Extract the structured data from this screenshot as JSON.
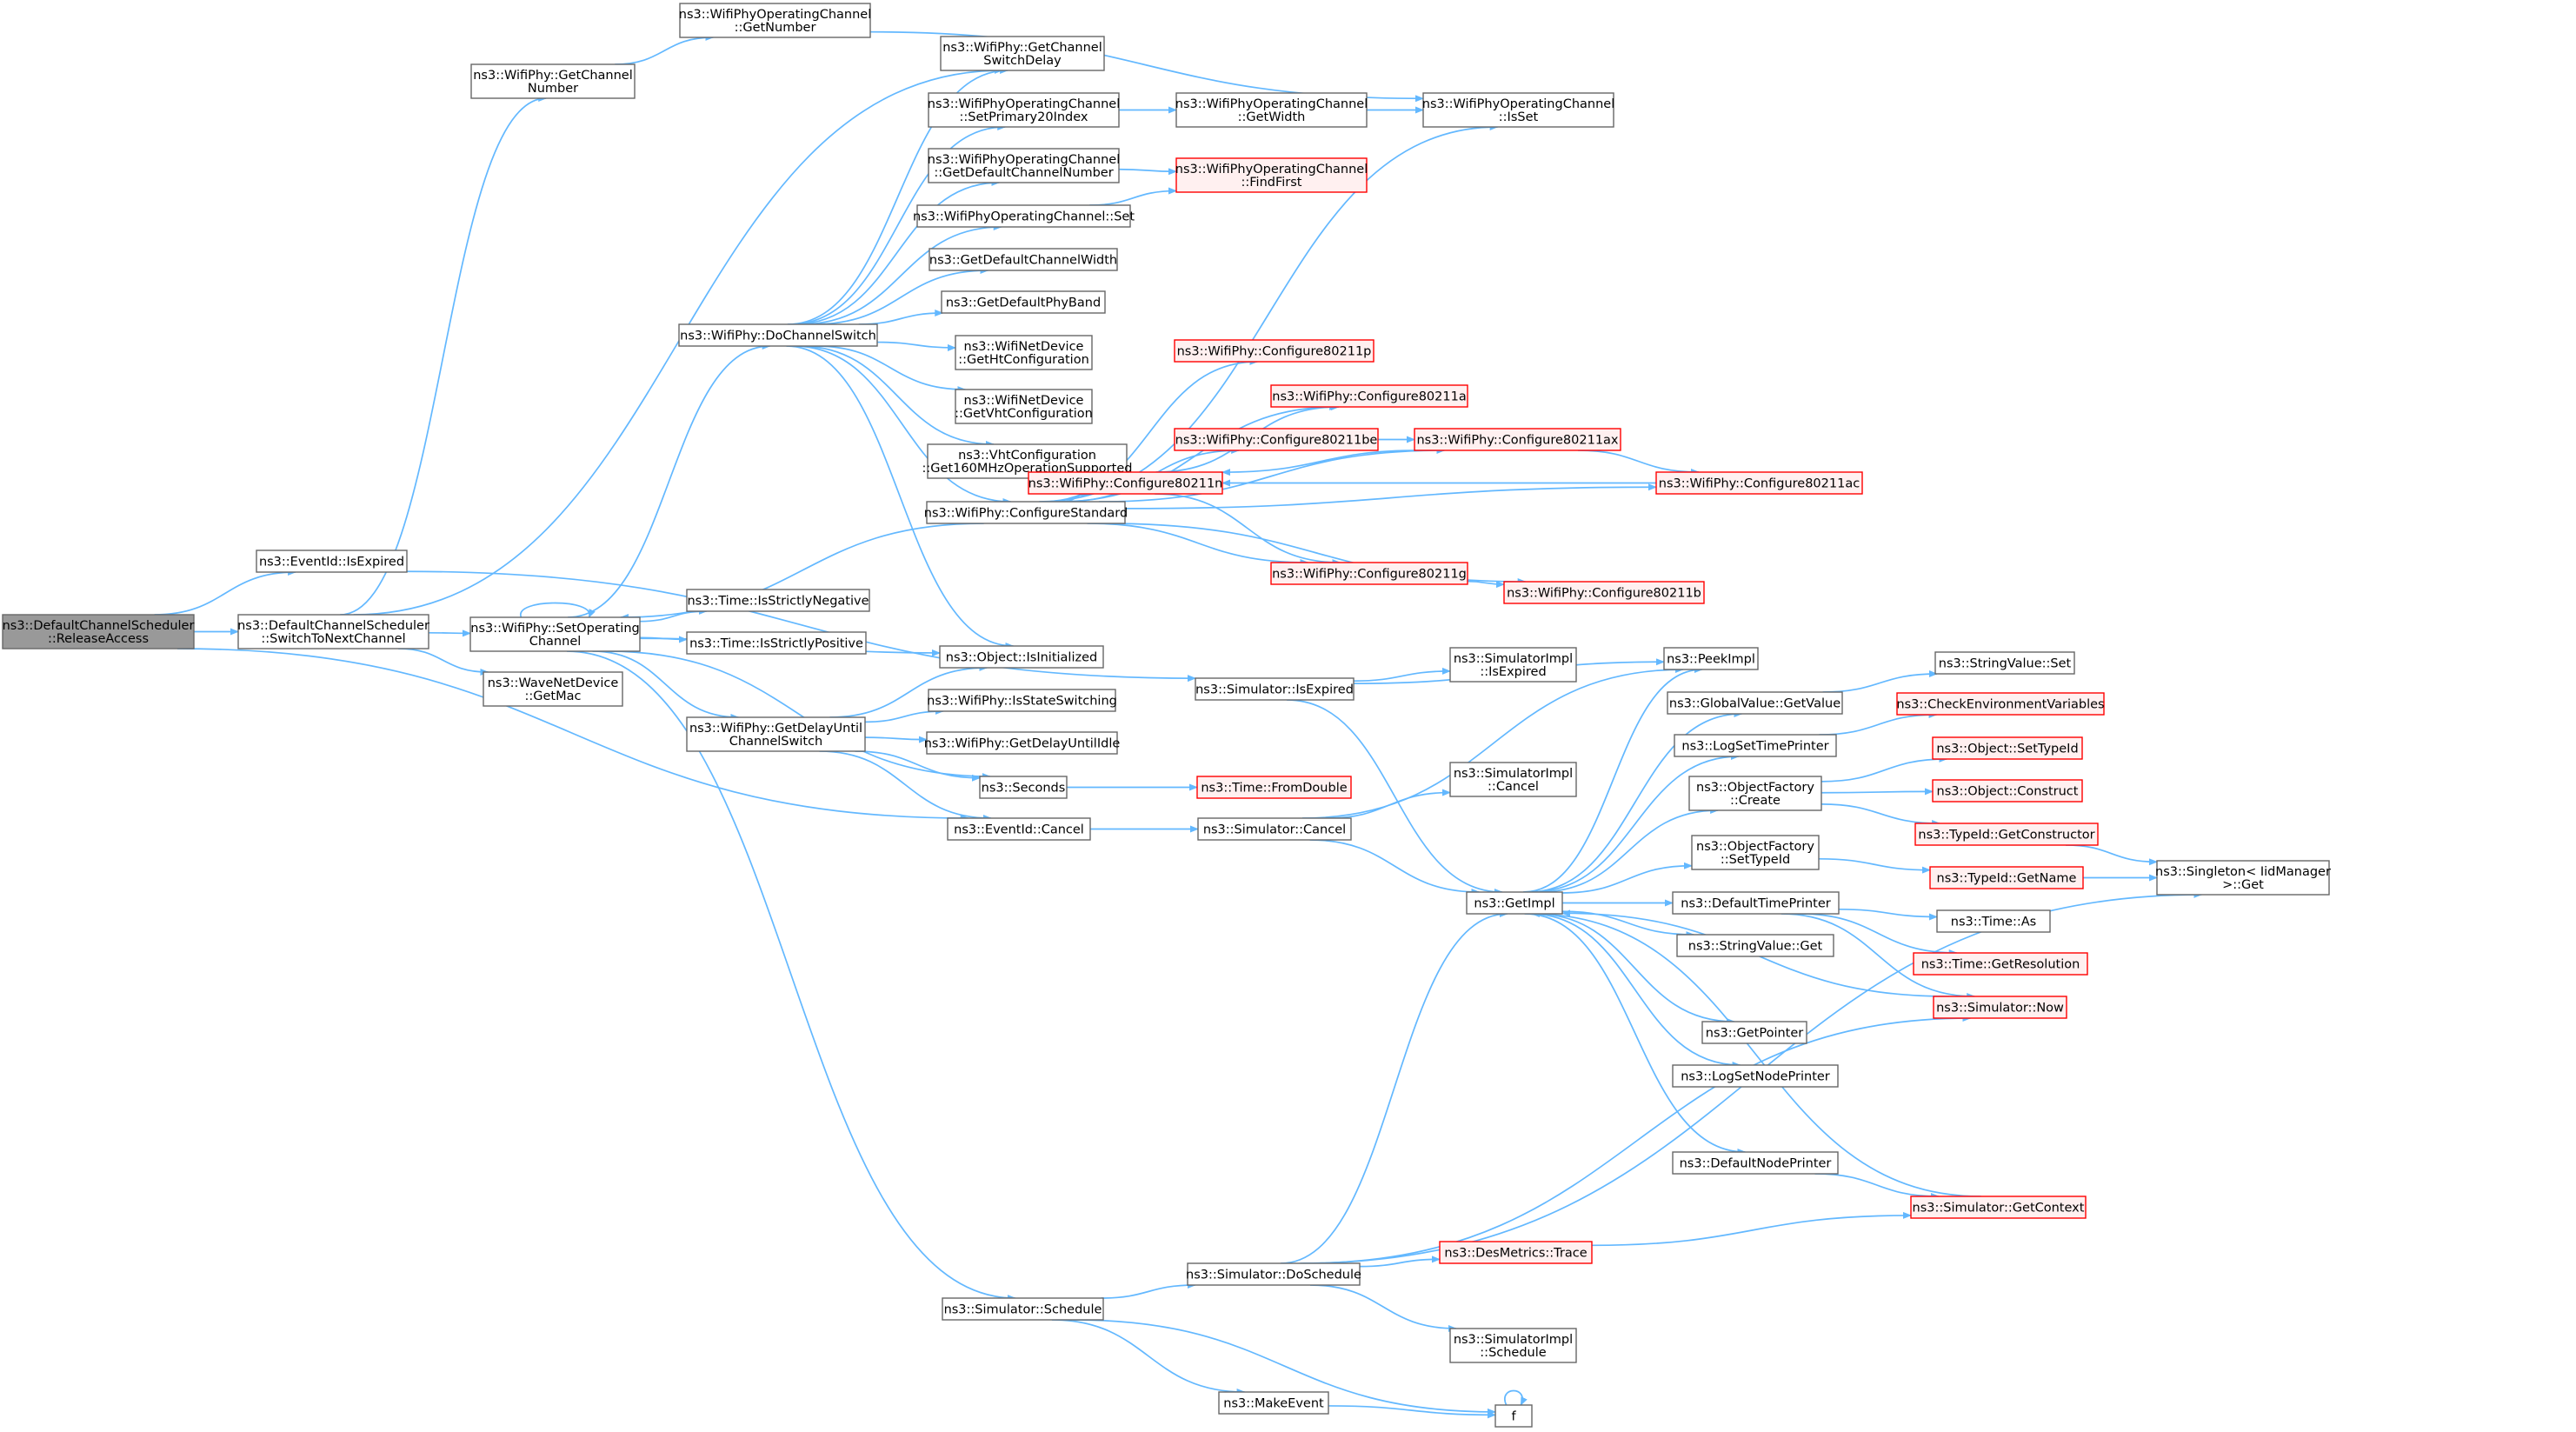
{
  "colors": {
    "edge": "#63b8ff",
    "node_border": "#666666",
    "node_fill": "#ffffff",
    "root_fill": "#999999",
    "truncated_border": "#ff0000",
    "truncated_fill": "#fff0f0"
  },
  "nodes": [
    {
      "id": "root",
      "lines": [
        "ns3::DefaultChannelScheduler",
        "::ReleaseAccess"
      ],
      "style": "root"
    },
    {
      "id": "eventid_isexpired",
      "lines": [
        "ns3::EventId::IsExpired"
      ],
      "style": "normal"
    },
    {
      "id": "switchtonext",
      "lines": [
        "ns3::DefaultChannelScheduler",
        "::SwitchToNextChannel"
      ],
      "style": "normal"
    },
    {
      "id": "getchannelnumber",
      "lines": [
        "ns3::WifiPhy::GetChannel",
        "Number"
      ],
      "style": "normal"
    },
    {
      "id": "setoperatingchannel",
      "lines": [
        "ns3::WifiPhy::SetOperating",
        "Channel"
      ],
      "style": "normal"
    },
    {
      "id": "wavenetdevice_getmac",
      "lines": [
        "ns3::WaveNetDevice",
        "::GetMac"
      ],
      "style": "normal"
    },
    {
      "id": "opch_getnumber",
      "lines": [
        "ns3::WifiPhyOperatingChannel",
        "::GetNumber"
      ],
      "style": "normal"
    },
    {
      "id": "dochannelswitch",
      "lines": [
        "ns3::WifiPhy::DoChannelSwitch"
      ],
      "style": "normal"
    },
    {
      "id": "time_strictneg",
      "lines": [
        "ns3::Time::IsStrictlyNegative"
      ],
      "style": "normal"
    },
    {
      "id": "time_strictpos",
      "lines": [
        "ns3::Time::IsStrictlyPositive"
      ],
      "style": "normal"
    },
    {
      "id": "getdelayuntil",
      "lines": [
        "ns3::WifiPhy::GetDelayUntil",
        "ChannelSwitch"
      ],
      "style": "normal"
    },
    {
      "id": "getchannelswitchdelay",
      "lines": [
        "ns3::WifiPhy::GetChannel",
        "SwitchDelay"
      ],
      "style": "normal"
    },
    {
      "id": "setprimary20",
      "lines": [
        "ns3::WifiPhyOperatingChannel",
        "::SetPrimary20Index"
      ],
      "style": "normal"
    },
    {
      "id": "getdefaultchnum",
      "lines": [
        "ns3::WifiPhyOperatingChannel",
        "::GetDefaultChannelNumber"
      ],
      "style": "normal"
    },
    {
      "id": "opch_set",
      "lines": [
        "ns3::WifiPhyOperatingChannel::Set"
      ],
      "style": "normal"
    },
    {
      "id": "getdefaultchwidth",
      "lines": [
        "ns3::GetDefaultChannelWidth"
      ],
      "style": "normal"
    },
    {
      "id": "getdefaultphyband",
      "lines": [
        "ns3::GetDefaultPhyBand"
      ],
      "style": "normal"
    },
    {
      "id": "gethtconfig",
      "lines": [
        "ns3::WifiNetDevice",
        "::GetHtConfiguration"
      ],
      "style": "normal"
    },
    {
      "id": "getvhtconfig",
      "lines": [
        "ns3::WifiNetDevice",
        "::GetVhtConfiguration"
      ],
      "style": "normal"
    },
    {
      "id": "vht160",
      "lines": [
        "ns3::VhtConfiguration",
        "::Get160MHzOperationSupported"
      ],
      "style": "normal"
    },
    {
      "id": "configurestandard",
      "lines": [
        "ns3::WifiPhy::ConfigureStandard"
      ],
      "style": "normal"
    },
    {
      "id": "isinitialized",
      "lines": [
        "ns3::Object::IsInitialized"
      ],
      "style": "normal"
    },
    {
      "id": "isstateswitching",
      "lines": [
        "ns3::WifiPhy::IsStateSwitching"
      ],
      "style": "normal"
    },
    {
      "id": "getdelayuntilidle",
      "lines": [
        "ns3::WifiPhy::GetDelayUntilIdle"
      ],
      "style": "normal"
    },
    {
      "id": "seconds",
      "lines": [
        "ns3::Seconds"
      ],
      "style": "normal"
    },
    {
      "id": "eventid_cancel",
      "lines": [
        "ns3::EventId::Cancel"
      ],
      "style": "normal"
    },
    {
      "id": "sim_schedule",
      "lines": [
        "ns3::Simulator::Schedule"
      ],
      "style": "normal"
    },
    {
      "id": "opch_getwidth",
      "lines": [
        "ns3::WifiPhyOperatingChannel",
        "::GetWidth"
      ],
      "style": "normal"
    },
    {
      "id": "findfirst",
      "lines": [
        "ns3::WifiPhyOperatingChannel",
        "::FindFirst"
      ],
      "style": "red"
    },
    {
      "id": "opch_isset",
      "lines": [
        "ns3::WifiPhyOperatingChannel",
        "::IsSet"
      ],
      "style": "normal"
    },
    {
      "id": "cfg_p",
      "lines": [
        "ns3::WifiPhy::Configure80211p"
      ],
      "style": "red"
    },
    {
      "id": "cfg_be",
      "lines": [
        "ns3::WifiPhy::Configure80211be"
      ],
      "style": "red"
    },
    {
      "id": "cfg_ax",
      "lines": [
        "ns3::WifiPhy::Configure80211ax"
      ],
      "style": "red"
    },
    {
      "id": "cfg_ac",
      "lines": [
        "ns3::WifiPhy::Configure80211ac"
      ],
      "style": "red"
    },
    {
      "id": "cfg_n",
      "lines": [
        "ns3::WifiPhy::Configure80211n"
      ],
      "style": "red"
    },
    {
      "id": "cfg_a",
      "lines": [
        "ns3::WifiPhy::Configure80211a"
      ],
      "style": "red"
    },
    {
      "id": "cfg_g",
      "lines": [
        "ns3::WifiPhy::Configure80211g"
      ],
      "style": "red"
    },
    {
      "id": "cfg_b",
      "lines": [
        "ns3::WifiPhy::Configure80211b"
      ],
      "style": "red"
    },
    {
      "id": "sim_isexpired",
      "lines": [
        "ns3::Simulator::IsExpired"
      ],
      "style": "normal"
    },
    {
      "id": "simimpl_isexpired",
      "lines": [
        "ns3::SimulatorImpl",
        "::IsExpired"
      ],
      "style": "normal"
    },
    {
      "id": "peekimpl",
      "lines": [
        "ns3::PeekImpl"
      ],
      "style": "normal"
    },
    {
      "id": "stringvalue_set",
      "lines": [
        "ns3::StringValue::Set"
      ],
      "style": "normal"
    },
    {
      "id": "globalvalue_getvalue",
      "lines": [
        "ns3::GlobalValue::GetValue"
      ],
      "style": "normal"
    },
    {
      "id": "checkenv",
      "lines": [
        "ns3::CheckEnvironmentVariables"
      ],
      "style": "red"
    },
    {
      "id": "logsettimeprinter",
      "lines": [
        "ns3::LogSetTimePrinter"
      ],
      "style": "normal"
    },
    {
      "id": "objfactory_create",
      "lines": [
        "ns3::ObjectFactory",
        "::Create"
      ],
      "style": "normal"
    },
    {
      "id": "object_settypeid",
      "lines": [
        "ns3::Object::SetTypeId"
      ],
      "style": "red"
    },
    {
      "id": "object_construct",
      "lines": [
        "ns3::Object::Construct"
      ],
      "style": "red"
    },
    {
      "id": "typeid_getconstructor",
      "lines": [
        "ns3::TypeId::GetConstructor"
      ],
      "style": "red"
    },
    {
      "id": "objfactory_settypeid",
      "lines": [
        "ns3::ObjectFactory",
        "::SetTypeId"
      ],
      "style": "normal"
    },
    {
      "id": "typeid_getname",
      "lines": [
        "ns3::TypeId::GetName"
      ],
      "style": "red"
    },
    {
      "id": "singleton_get",
      "lines": [
        "ns3::Singleton< IidManager",
        ">::Get"
      ],
      "style": "normal"
    },
    {
      "id": "time_fromdouble",
      "lines": [
        "ns3::Time::FromDouble"
      ],
      "style": "red"
    },
    {
      "id": "sim_cancel",
      "lines": [
        "ns3::Simulator::Cancel"
      ],
      "style": "normal"
    },
    {
      "id": "simimpl_cancel",
      "lines": [
        "ns3::SimulatorImpl",
        "::Cancel"
      ],
      "style": "normal"
    },
    {
      "id": "getimpl",
      "lines": [
        "ns3::GetImpl"
      ],
      "style": "normal"
    },
    {
      "id": "defaulttimeprinter",
      "lines": [
        "ns3::DefaultTimePrinter"
      ],
      "style": "normal"
    },
    {
      "id": "time_as",
      "lines": [
        "ns3::Time::As"
      ],
      "style": "normal"
    },
    {
      "id": "time_getresolution",
      "lines": [
        "ns3::Time::GetResolution"
      ],
      "style": "red"
    },
    {
      "id": "stringvalue_get",
      "lines": [
        "ns3::StringValue::Get"
      ],
      "style": "normal"
    },
    {
      "id": "sim_now",
      "lines": [
        "ns3::Simulator::Now"
      ],
      "style": "red"
    },
    {
      "id": "getpointer",
      "lines": [
        "ns3::GetPointer"
      ],
      "style": "normal"
    },
    {
      "id": "logsetnodeprinter",
      "lines": [
        "ns3::LogSetNodePrinter"
      ],
      "style": "normal"
    },
    {
      "id": "defaultnodeprinter",
      "lines": [
        "ns3::DefaultNodePrinter"
      ],
      "style": "normal"
    },
    {
      "id": "sim_getcontext",
      "lines": [
        "ns3::Simulator::GetContext"
      ],
      "style": "red"
    },
    {
      "id": "desmetrics_trace",
      "lines": [
        "ns3::DesMetrics::Trace"
      ],
      "style": "red"
    },
    {
      "id": "sim_doschedule",
      "lines": [
        "ns3::Simulator::DoSchedule"
      ],
      "style": "normal"
    },
    {
      "id": "simimpl_schedule",
      "lines": [
        "ns3::SimulatorImpl",
        "::Schedule"
      ],
      "style": "normal"
    },
    {
      "id": "makeevent",
      "lines": [
        "ns3::MakeEvent"
      ],
      "style": "normal"
    },
    {
      "id": "f",
      "lines": [
        "f"
      ],
      "style": "normal"
    }
  ],
  "edges": [
    [
      "root",
      "eventid_isexpired"
    ],
    [
      "root",
      "switchtonext"
    ],
    [
      "root",
      "eventid_cancel"
    ],
    [
      "switchtonext",
      "getchannelnumber"
    ],
    [
      "switchtonext",
      "getchannelswitchdelay"
    ],
    [
      "switchtonext",
      "setoperatingchannel"
    ],
    [
      "switchtonext",
      "wavenetdevice_getmac"
    ],
    [
      "eventid_isexpired",
      "sim_isexpired"
    ],
    [
      "getchannelnumber",
      "opch_getnumber"
    ],
    [
      "opch_getnumber",
      "opch_isset"
    ],
    [
      "setoperatingchannel",
      "setoperatingchannel"
    ],
    [
      "setoperatingchannel",
      "dochannelswitch"
    ],
    [
      "setoperatingchannel",
      "time_strictneg"
    ],
    [
      "setoperatingchannel",
      "time_strictpos"
    ],
    [
      "setoperatingchannel",
      "isinitialized"
    ],
    [
      "setoperatingchannel",
      "getdelayuntil"
    ],
    [
      "setoperatingchannel",
      "seconds"
    ],
    [
      "setoperatingchannel",
      "sim_schedule"
    ],
    [
      "dochannelswitch",
      "getchannelswitchdelay"
    ],
    [
      "dochannelswitch",
      "setprimary20"
    ],
    [
      "dochannelswitch",
      "getdefaultchnum"
    ],
    [
      "dochannelswitch",
      "opch_set"
    ],
    [
      "dochannelswitch",
      "getdefaultchwidth"
    ],
    [
      "dochannelswitch",
      "getdefaultphyband"
    ],
    [
      "dochannelswitch",
      "gethtconfig"
    ],
    [
      "dochannelswitch",
      "getvhtconfig"
    ],
    [
      "dochannelswitch",
      "vht160"
    ],
    [
      "dochannelswitch",
      "configurestandard"
    ],
    [
      "dochannelswitch",
      "isinitialized"
    ],
    [
      "getdelayuntil",
      "isinitialized"
    ],
    [
      "getdelayuntil",
      "isstateswitching"
    ],
    [
      "getdelayuntil",
      "getdelayuntilidle"
    ],
    [
      "getdelayuntil",
      "seconds"
    ],
    [
      "getdelayuntil",
      "eventid_cancel"
    ],
    [
      "setprimary20",
      "opch_getwidth"
    ],
    [
      "opch_getwidth",
      "opch_isset"
    ],
    [
      "getdefaultchnum",
      "findfirst"
    ],
    [
      "opch_set",
      "findfirst"
    ],
    [
      "configurestandard",
      "opch_isset"
    ],
    [
      "configurestandard",
      "cfg_p"
    ],
    [
      "configurestandard",
      "cfg_be"
    ],
    [
      "configurestandard",
      "cfg_ax"
    ],
    [
      "configurestandard",
      "cfg_ac"
    ],
    [
      "configurestandard",
      "cfg_n"
    ],
    [
      "configurestandard",
      "cfg_a"
    ],
    [
      "configurestandard",
      "cfg_g"
    ],
    [
      "configurestandard",
      "cfg_b"
    ],
    [
      "configurestandard",
      "setoperatingchannel"
    ],
    [
      "cfg_be",
      "cfg_ax"
    ],
    [
      "cfg_ax",
      "cfg_ac"
    ],
    [
      "cfg_ax",
      "cfg_n"
    ],
    [
      "cfg_ac",
      "cfg_n"
    ],
    [
      "cfg_n",
      "cfg_a"
    ],
    [
      "cfg_n",
      "cfg_g"
    ],
    [
      "cfg_g",
      "cfg_b"
    ],
    [
      "seconds",
      "time_fromdouble"
    ],
    [
      "eventid_cancel",
      "sim_cancel"
    ],
    [
      "sim_isexpired",
      "simimpl_isexpired"
    ],
    [
      "sim_isexpired",
      "getimpl"
    ],
    [
      "sim_isexpired",
      "peekimpl"
    ],
    [
      "sim_cancel",
      "simimpl_cancel"
    ],
    [
      "sim_cancel",
      "getimpl"
    ],
    [
      "sim_cancel",
      "peekimpl"
    ],
    [
      "sim_schedule",
      "sim_doschedule"
    ],
    [
      "sim_schedule",
      "makeevent"
    ],
    [
      "sim_schedule",
      "f"
    ],
    [
      "sim_doschedule",
      "simimpl_schedule"
    ],
    [
      "sim_doschedule",
      "getimpl"
    ],
    [
      "sim_doschedule",
      "desmetrics_trace"
    ],
    [
      "sim_doschedule",
      "sim_now"
    ],
    [
      "sim_doschedule",
      "singleton_get"
    ],
    [
      "makeevent",
      "f"
    ],
    [
      "f",
      "f"
    ],
    [
      "getimpl",
      "peekimpl"
    ],
    [
      "getimpl",
      "globalvalue_getvalue"
    ],
    [
      "getimpl",
      "logsettimeprinter"
    ],
    [
      "getimpl",
      "objfactory_create"
    ],
    [
      "getimpl",
      "objfactory_settypeid"
    ],
    [
      "getimpl",
      "defaulttimeprinter"
    ],
    [
      "getimpl",
      "stringvalue_get"
    ],
    [
      "getimpl",
      "getpointer"
    ],
    [
      "getimpl",
      "logsetnodeprinter"
    ],
    [
      "getimpl",
      "defaultnodeprinter"
    ],
    [
      "globalvalue_getvalue",
      "stringvalue_set"
    ],
    [
      "logsettimeprinter",
      "checkenv"
    ],
    [
      "objfactory_create",
      "object_settypeid"
    ],
    [
      "objfactory_create",
      "object_construct"
    ],
    [
      "objfactory_create",
      "typeid_getconstructor"
    ],
    [
      "objfactory_settypeid",
      "typeid_getname"
    ],
    [
      "typeid_getconstructor",
      "singleton_get"
    ],
    [
      "typeid_getname",
      "singleton_get"
    ],
    [
      "defaulttimeprinter",
      "time_as"
    ],
    [
      "defaulttimeprinter",
      "time_getresolution"
    ],
    [
      "defaulttimeprinter",
      "sim_now"
    ],
    [
      "sim_now",
      "getimpl"
    ],
    [
      "defaultnodeprinter",
      "sim_getcontext"
    ],
    [
      "sim_getcontext",
      "getimpl"
    ],
    [
      "desmetrics_trace",
      "sim_getcontext"
    ]
  ]
}
